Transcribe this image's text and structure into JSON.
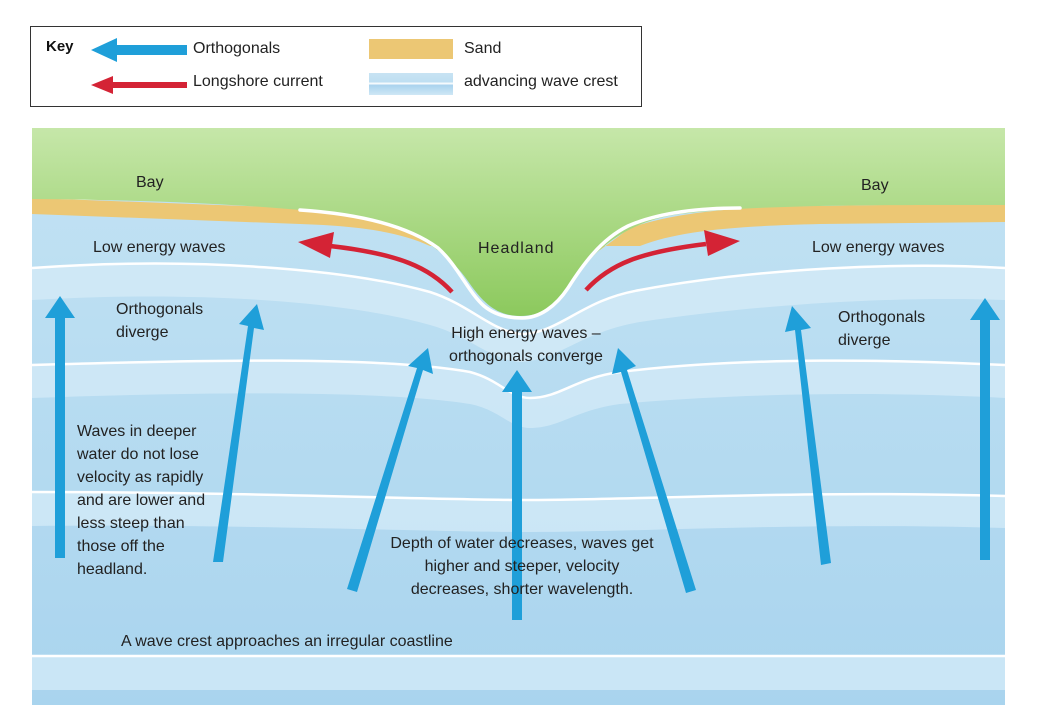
{
  "key": {
    "title": "Key",
    "orthogonals": "Orthogonals",
    "longshore": "Longshore current",
    "sand": "Sand",
    "wave_crest": "advancing wave crest"
  },
  "labels": {
    "bay_left": "Bay",
    "bay_right": "Bay",
    "headland": "Headland",
    "low_energy_left": "Low energy waves",
    "low_energy_right": "Low energy waves",
    "orthogonals_diverge_left": "Orthogonals diverge",
    "orthogonals_diverge_right": "Orthogonals diverge",
    "high_energy": "High energy waves – orthogonals converge",
    "deeper_water": "Waves in deeper water do not lose velocity as rapidly and are lower and less steep than those off the headland.",
    "depth_decreases": "Depth of water decreases, waves get higher and steeper, velocity decreases, shorter wavelength.",
    "approach": "A wave crest approaches an irregular coastline"
  },
  "colors": {
    "orthogonal_arrow": "#1f9fd9",
    "longshore_arrow": "#d42335",
    "land": "#8fcd62",
    "sand": "#ecc774",
    "sea": "#b6dcf1"
  }
}
